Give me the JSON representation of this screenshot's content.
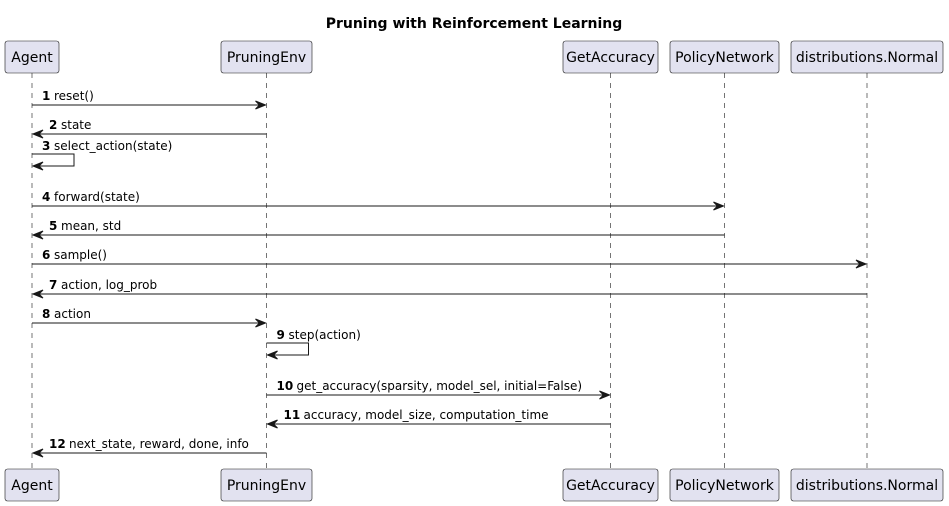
{
  "diagram": {
    "title": "Pruning with Reinforcement Learning",
    "participants": [
      {
        "id": "agent",
        "label": "Agent"
      },
      {
        "id": "env",
        "label": "PruningEnv"
      },
      {
        "id": "acc",
        "label": "GetAccuracy"
      },
      {
        "id": "policy",
        "label": "PolicyNetwork"
      },
      {
        "id": "normal",
        "label": "distributions.Normal"
      }
    ],
    "messages": [
      {
        "num": "1",
        "text": "reset()",
        "from": "agent",
        "to": "env",
        "dir": "right"
      },
      {
        "num": "2",
        "text": "state",
        "from": "env",
        "to": "agent",
        "dir": "left"
      },
      {
        "num": "3",
        "text": "select_action(state)",
        "from": "agent",
        "to": "agent",
        "dir": "self"
      },
      {
        "num": "4",
        "text": "forward(state)",
        "from": "agent",
        "to": "policy",
        "dir": "right"
      },
      {
        "num": "5",
        "text": "mean, std",
        "from": "policy",
        "to": "agent",
        "dir": "left"
      },
      {
        "num": "6",
        "text": "sample()",
        "from": "agent",
        "to": "normal",
        "dir": "right"
      },
      {
        "num": "7",
        "text": "action, log_prob",
        "from": "normal",
        "to": "agent",
        "dir": "left"
      },
      {
        "num": "8",
        "text": "action",
        "from": "agent",
        "to": "env",
        "dir": "right"
      },
      {
        "num": "9",
        "text": "step(action)",
        "from": "env",
        "to": "env",
        "dir": "self"
      },
      {
        "num": "10",
        "text": "get_accuracy(sparsity, model_sel, initial=False)",
        "from": "env",
        "to": "acc",
        "dir": "right"
      },
      {
        "num": "11",
        "text": "accuracy, model_size, computation_time",
        "from": "acc",
        "to": "env",
        "dir": "left"
      },
      {
        "num": "12",
        "text": "next_state, reward, done, info",
        "from": "env",
        "to": "agent",
        "dir": "left"
      }
    ]
  }
}
